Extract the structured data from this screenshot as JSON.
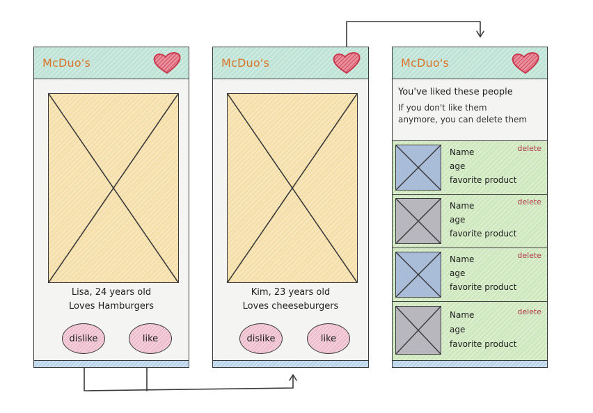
{
  "brand": {
    "logo_text": "McDuo's",
    "logo_color": "#d9752a",
    "heart_icon": "heart-icon"
  },
  "colors": {
    "header": "#bfe3d6",
    "photo": "#f5dfaa",
    "button": "#efbfcf",
    "footer": "#b9d4ea",
    "card_green": "#cfe8bf",
    "thumb_blue": "#a9bcd8",
    "thumb_grey": "#b7b7bd",
    "delete_text": "#b03a4a"
  },
  "screen1": {
    "caption_line1": "Lisa, 24 years old",
    "caption_line2": "Loves Hamburgers",
    "dislike_label": "dislike",
    "like_label": "like"
  },
  "screen2": {
    "caption_line1": "Kim, 23 years old",
    "caption_line2": "Loves cheeseburgers",
    "dislike_label": "dislike",
    "like_label": "like"
  },
  "screen3": {
    "title": "You've liked these people",
    "subtitle_line1": "If you don't like them",
    "subtitle_line2": "anymore, you can delete them",
    "cards": [
      {
        "name": "Name",
        "age": "age",
        "product": "favorite product",
        "delete_label": "delete",
        "thumb_color": "#a9bcd8"
      },
      {
        "name": "Name",
        "age": "age",
        "product": "favorite product",
        "delete_label": "delete",
        "thumb_color": "#b7b7bd"
      },
      {
        "name": "Name",
        "age": "age",
        "product": "favorite product",
        "delete_label": "delete",
        "thumb_color": "#a9bcd8"
      },
      {
        "name": "Name",
        "age": "age",
        "product": "favorite product",
        "delete_label": "delete",
        "thumb_color": "#b7b7bd"
      }
    ]
  }
}
